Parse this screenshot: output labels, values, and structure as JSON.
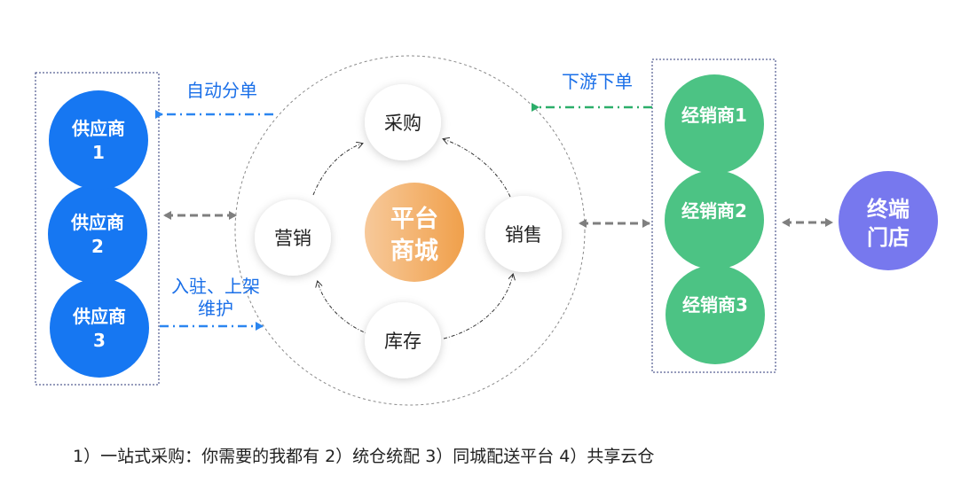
{
  "colors": {
    "supplier_blue": "#1677f2",
    "dealer_green": "#4cc384",
    "store_purple": "#7778ee",
    "platform_orange": "#f2a450",
    "arrow_blue": "#2b86f0",
    "arrow_green": "#2cae6a",
    "arrow_gray": "#7f7f7f",
    "frame_navy": "#2d3a78"
  },
  "suppliers": [
    {
      "line1": "供应商",
      "line2": "1"
    },
    {
      "line1": "供应商",
      "line2": "2"
    },
    {
      "line1": "供应商",
      "line2": "3"
    }
  ],
  "dealers": [
    "经销商1",
    "经销商2",
    "经销商3"
  ],
  "store": {
    "line1": "终端",
    "line2": "门店"
  },
  "platform": {
    "line1": "平台",
    "line2": "商城"
  },
  "cycle_nodes": {
    "purchase": "采购",
    "sales": "销售",
    "inventory": "库存",
    "marketing": "营销"
  },
  "flow_labels": {
    "auto_split": "自动分单",
    "downstream_order": "下游下单",
    "onboard_line1": "入驻、上架",
    "onboard_line2": "维护"
  },
  "features": [
    "1）一站式采购：你需要的我都有",
    "2）统仓统配",
    "3）同城配送平台",
    "4）共享云仓"
  ]
}
